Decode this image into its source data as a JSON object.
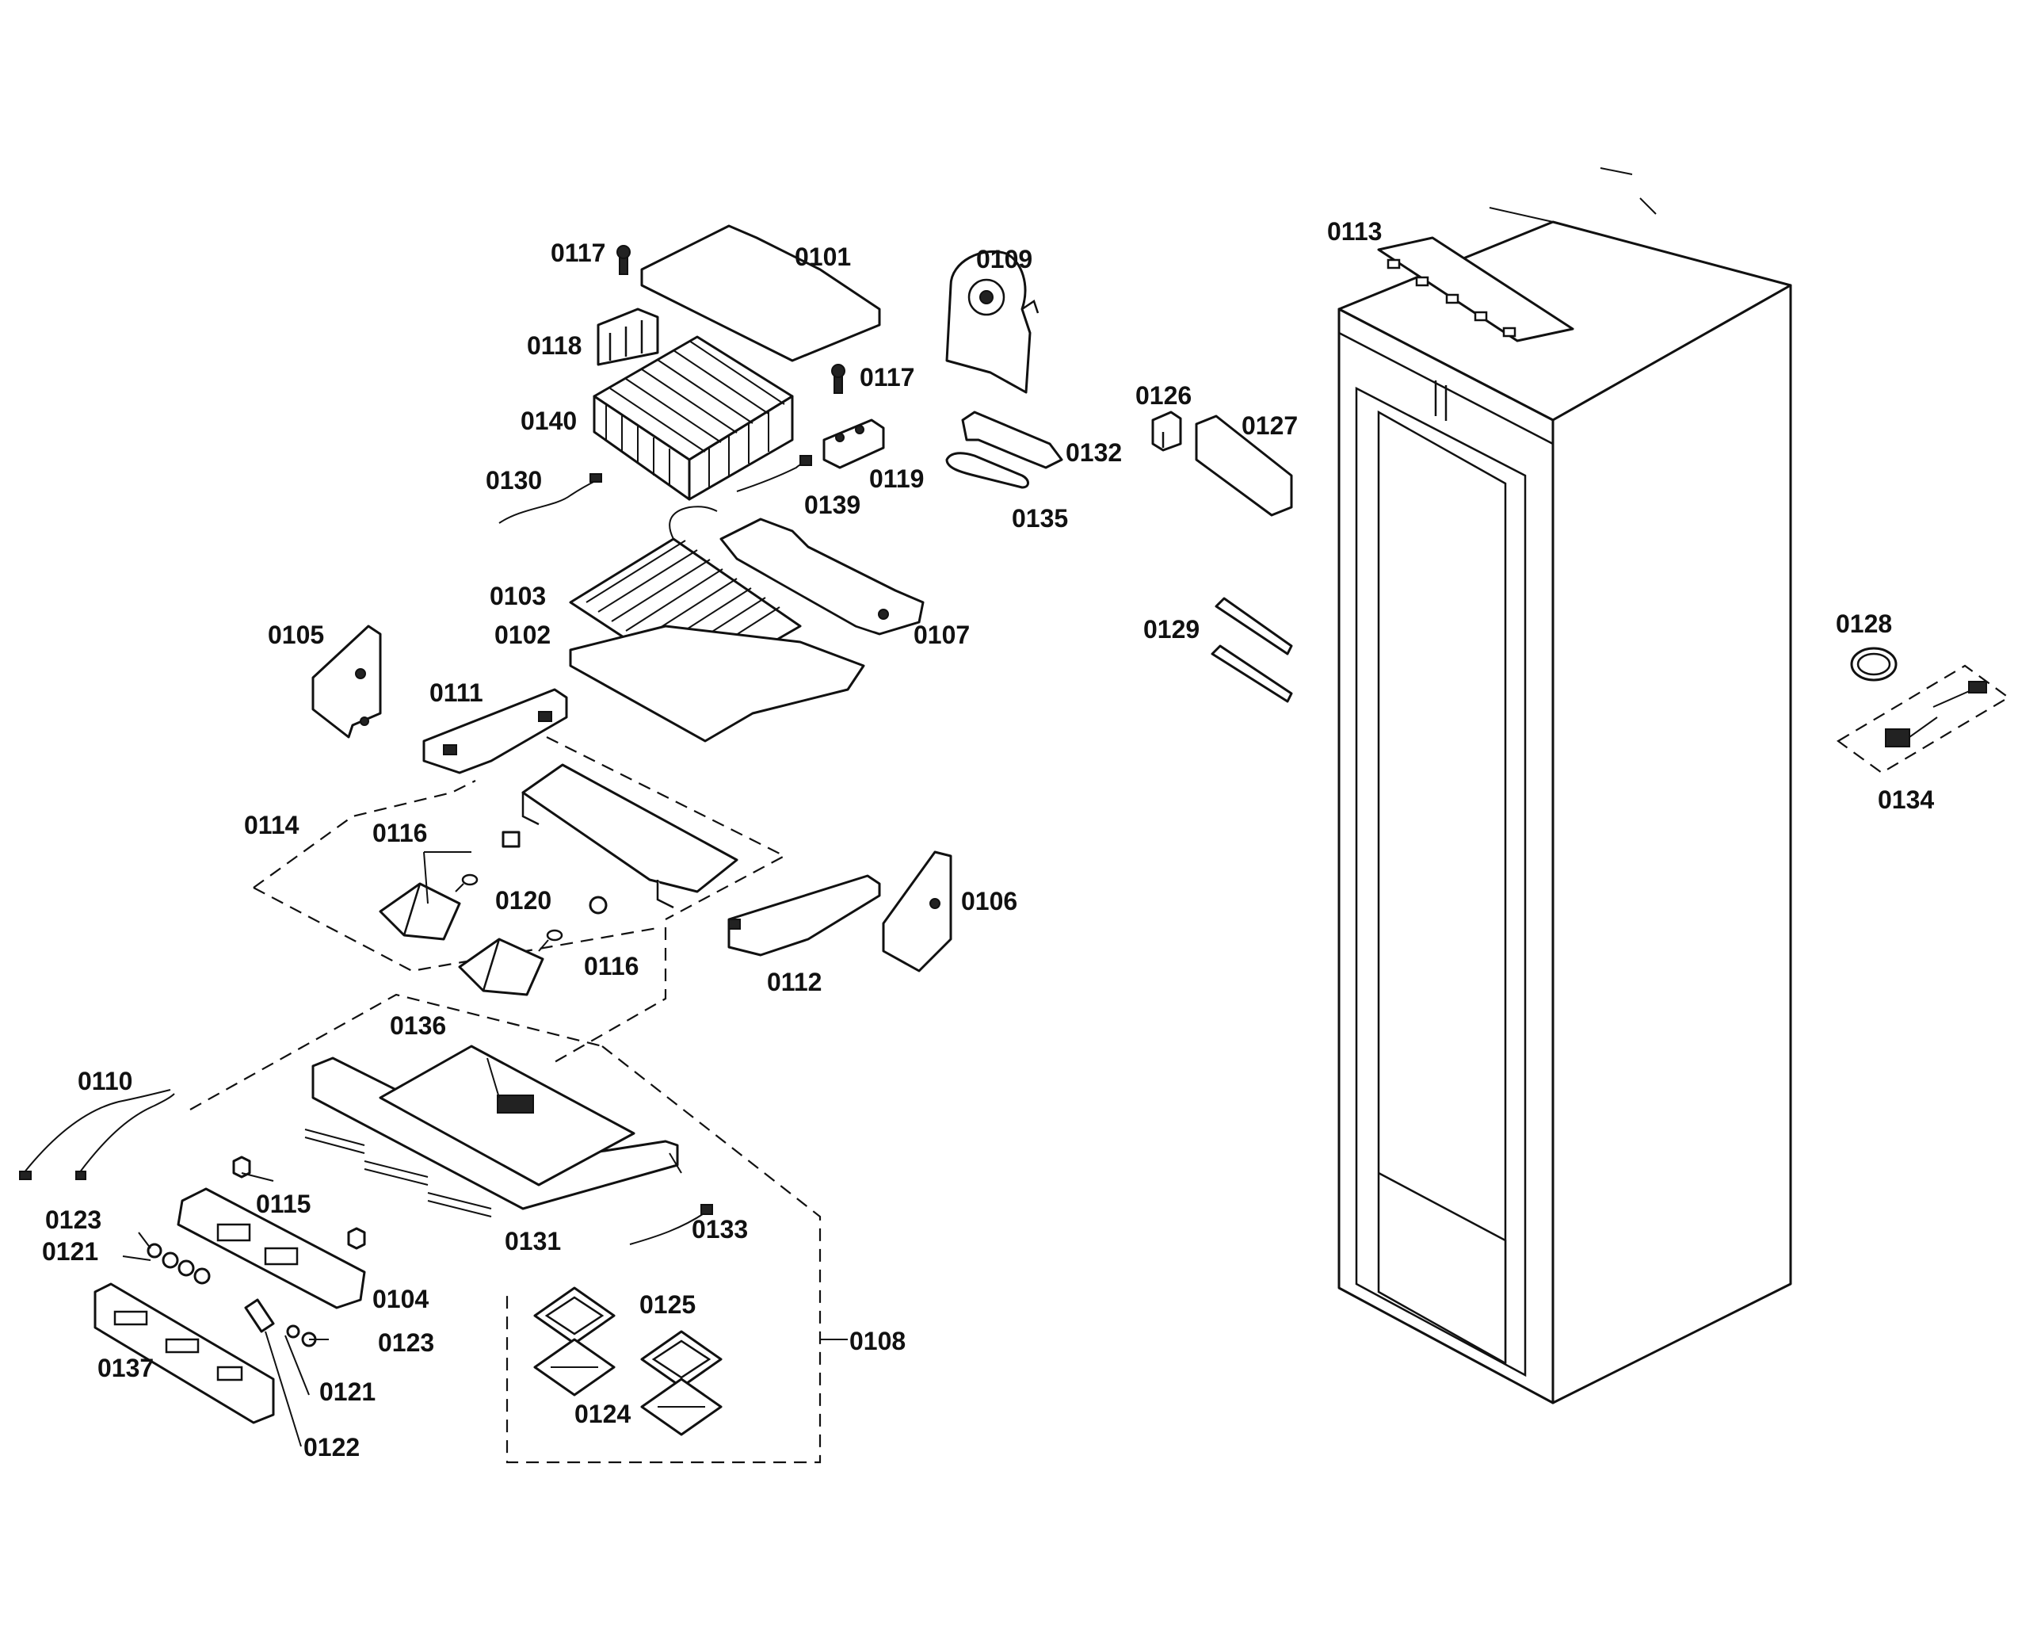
{
  "labels": {
    "p0101": "0101",
    "p0102": "0102",
    "p0103": "0103",
    "p0104": "0104",
    "p0105": "0105",
    "p0106": "0106",
    "p0107": "0107",
    "p0108": "0108",
    "p0109": "0109",
    "p0110": "0110",
    "p0111": "0111",
    "p0112": "0112",
    "p0113": "0113",
    "p0114": "0114",
    "p0115": "0115",
    "p0116a": "0116",
    "p0116b": "0116",
    "p0117a": "0117",
    "p0117b": "0117",
    "p0118": "0118",
    "p0119": "0119",
    "p0120": "0120",
    "p0121a": "0121",
    "p0121b": "0121",
    "p0122": "0122",
    "p0123a": "0123",
    "p0123b": "0123",
    "p0124": "0124",
    "p0125": "0125",
    "p0126": "0126",
    "p0127": "0127",
    "p0128": "0128",
    "p0129": "0129",
    "p0130": "0130",
    "p0131": "0131",
    "p0132": "0132",
    "p0133": "0133",
    "p0134": "0134",
    "p0135": "0135",
    "p0136": "0136",
    "p0137": "0137",
    "p0139": "0139",
    "p0140": "0140"
  }
}
